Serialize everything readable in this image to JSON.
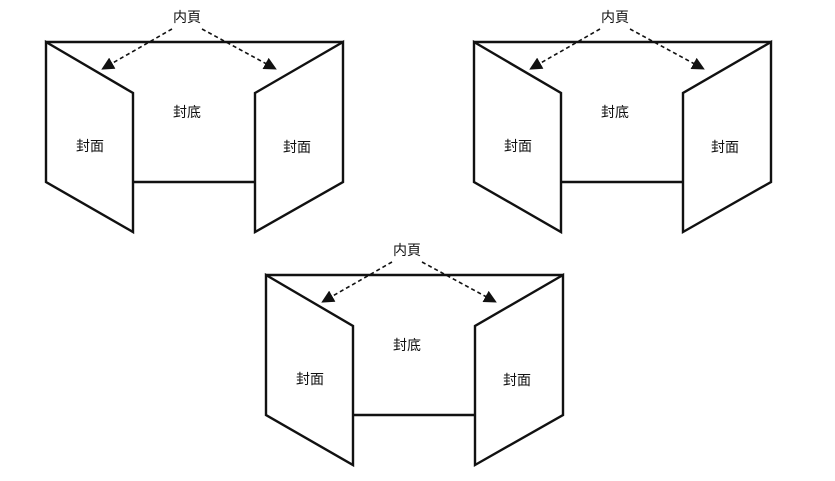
{
  "diagrams": [
    {
      "inner_pages": "内頁",
      "back_cover": "封底",
      "left_cover": "封面",
      "right_cover": "封面"
    },
    {
      "inner_pages": "内頁",
      "back_cover": "封底",
      "left_cover": "封面",
      "right_cover": "封面"
    },
    {
      "inner_pages": "内頁",
      "back_cover": "封底",
      "left_cover": "封面",
      "right_cover": "封面"
    }
  ]
}
